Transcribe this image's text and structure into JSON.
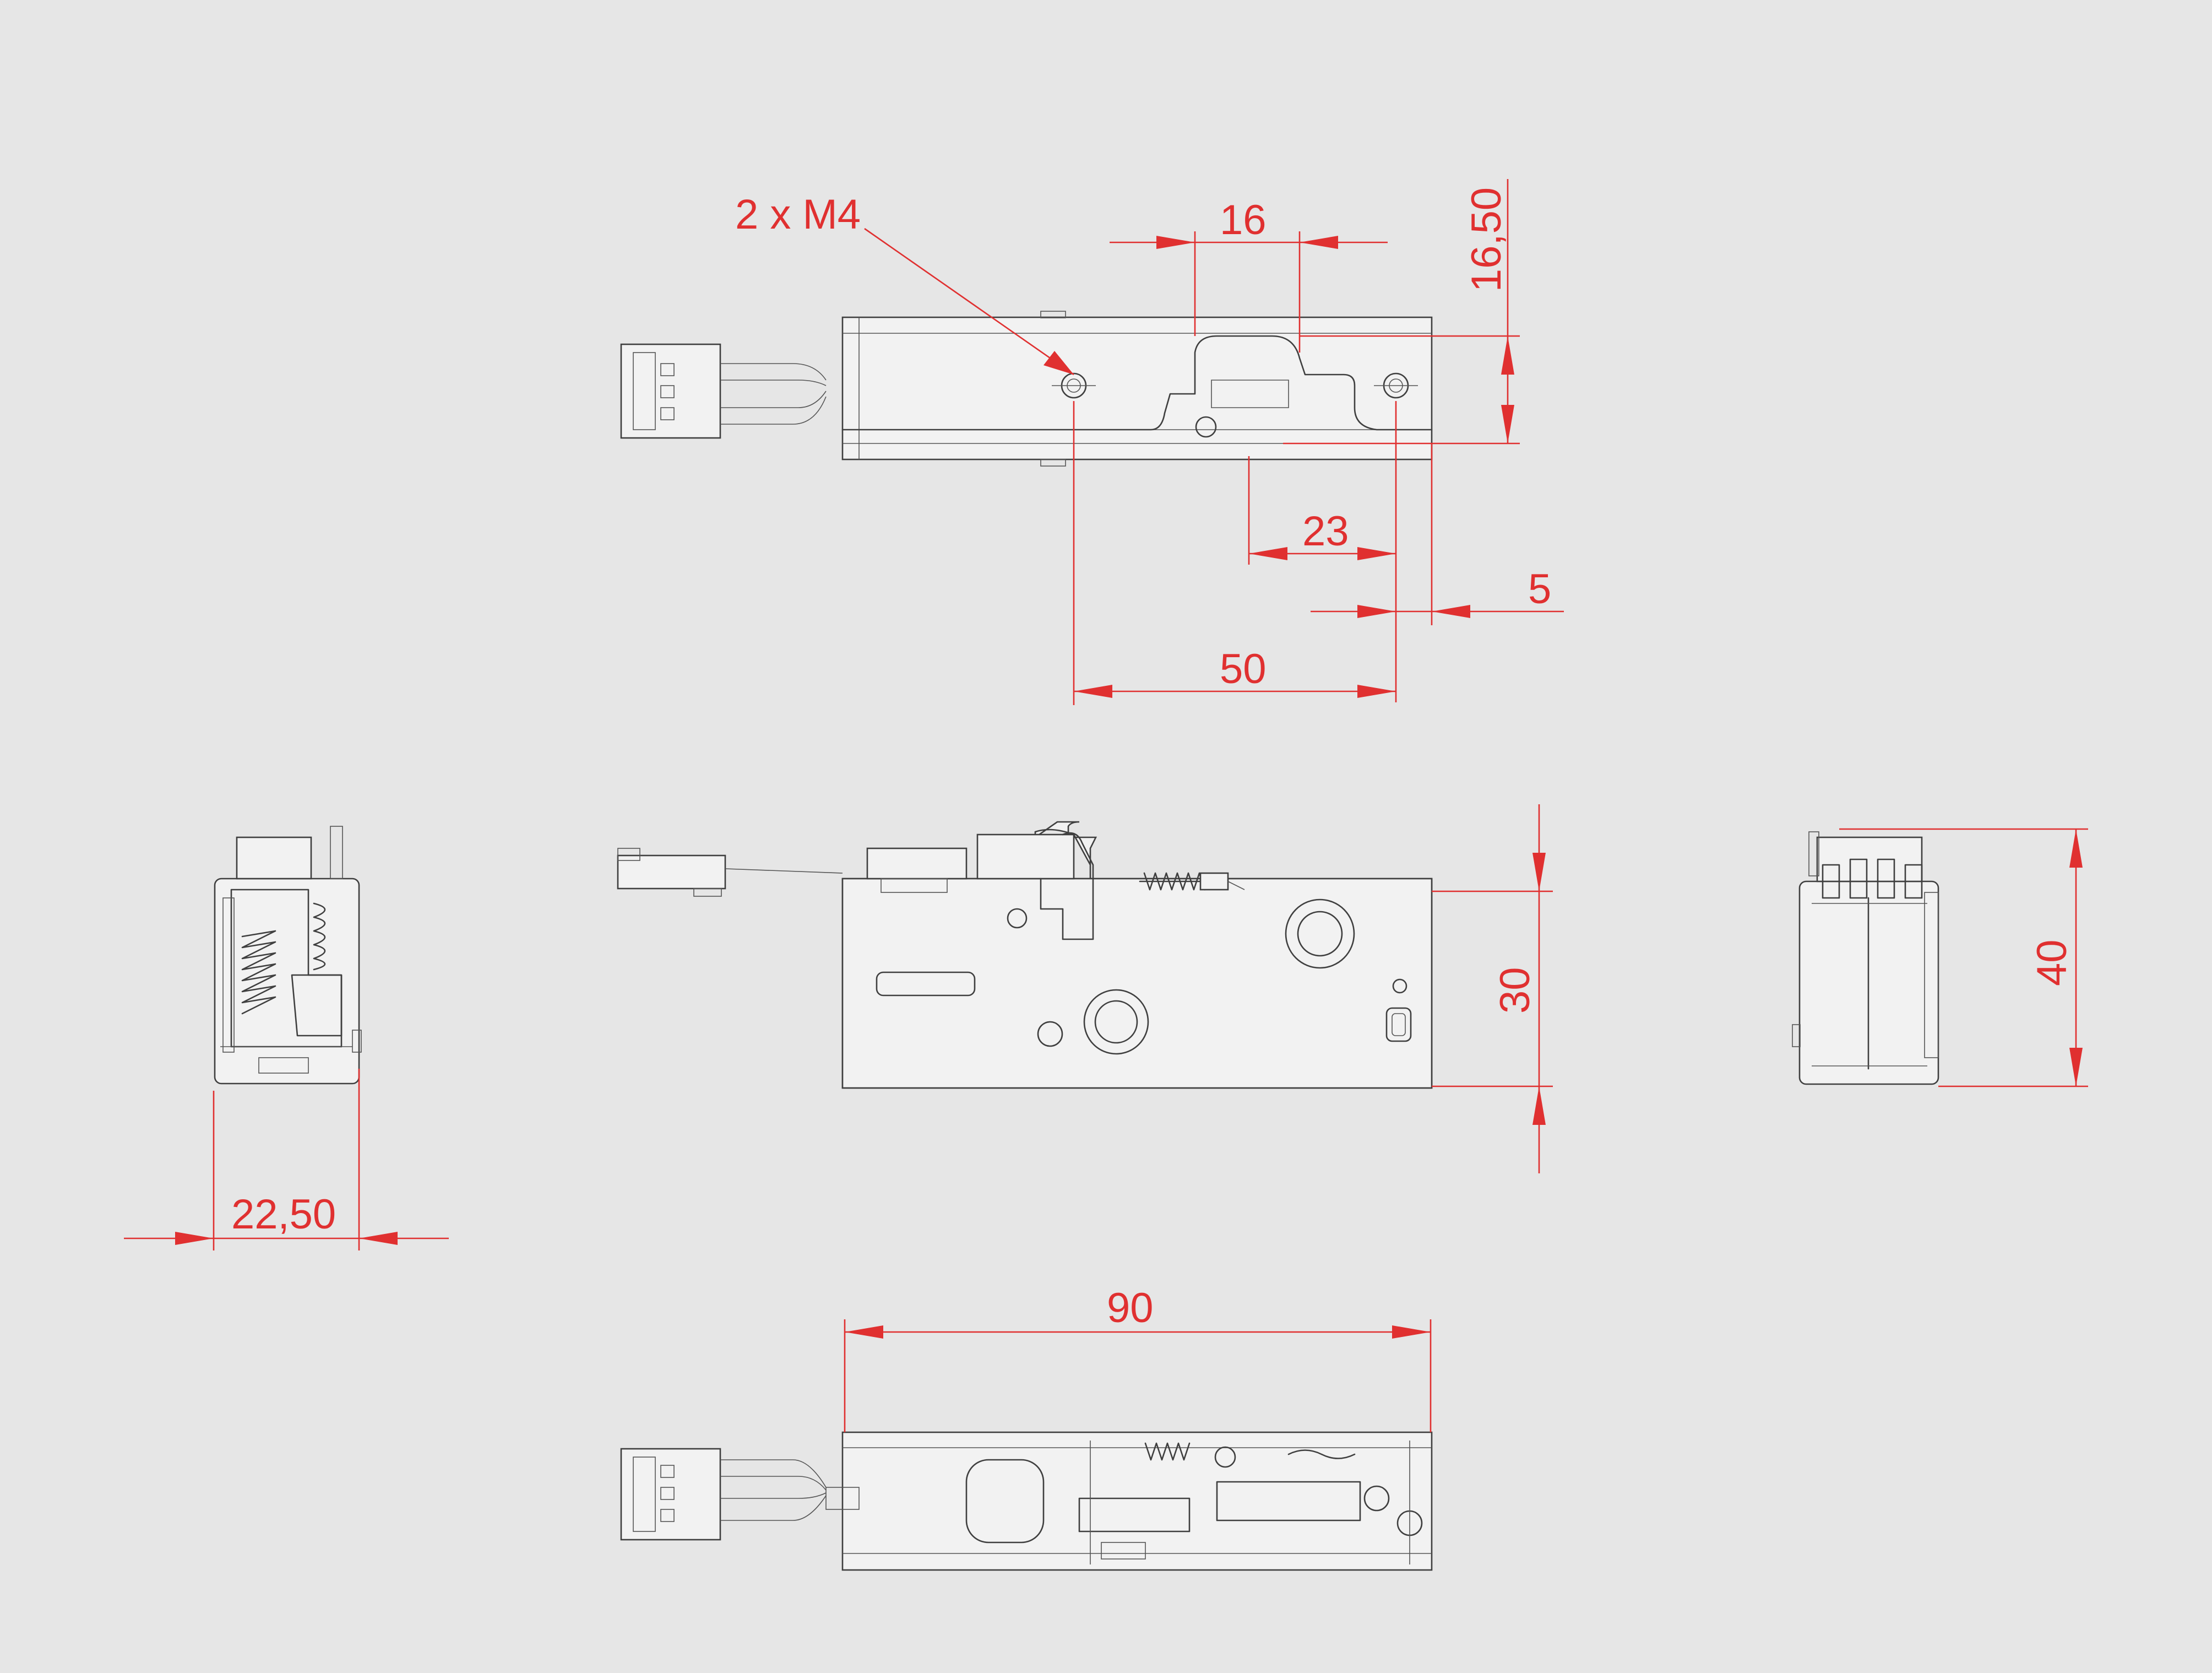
{
  "drawing": {
    "background": "#e6e6e6",
    "line_color": "#3f3f3f",
    "dimension_color": "#e03030",
    "dimensions": {
      "thread": "2 x M4",
      "hole_spacing_16": "16",
      "height_16_50": "16,50",
      "offset_23": "23",
      "edge_5": "5",
      "hole_distance_50": "50",
      "height_30": "30",
      "width_22_50": "22,50",
      "depth_40": "40",
      "length_90": "90"
    }
  }
}
